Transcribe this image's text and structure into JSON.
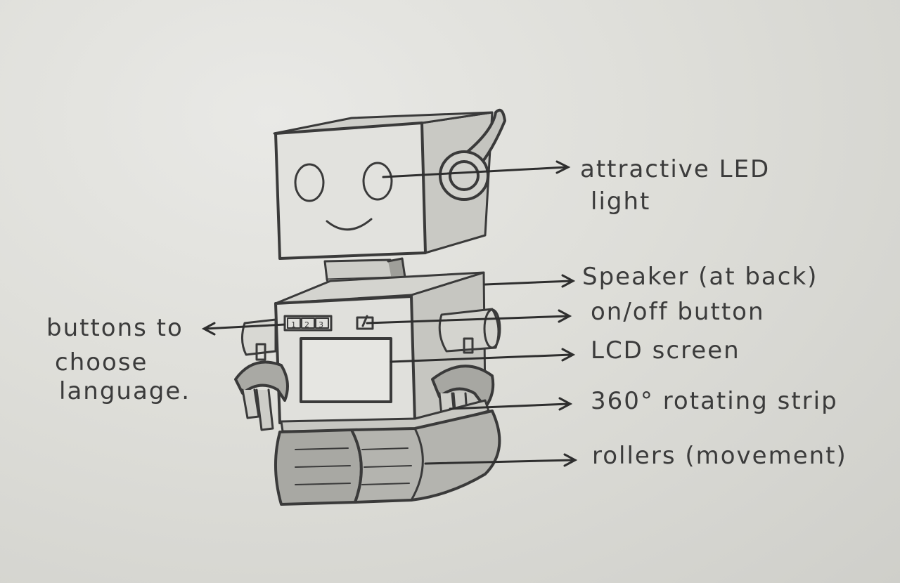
{
  "labels": {
    "led_line1": "attractive LED",
    "led_line2": "light",
    "speaker": "Speaker (at back)",
    "onoff": "on/off button",
    "lcd": "LCD screen",
    "strip": "360° rotating strip",
    "rollers": "rollers (movement)",
    "lang_line1": "buttons to",
    "lang_line2": "choose",
    "lang_line3": "language."
  },
  "robot": {
    "language_buttons": [
      "1",
      "2",
      "3"
    ]
  }
}
